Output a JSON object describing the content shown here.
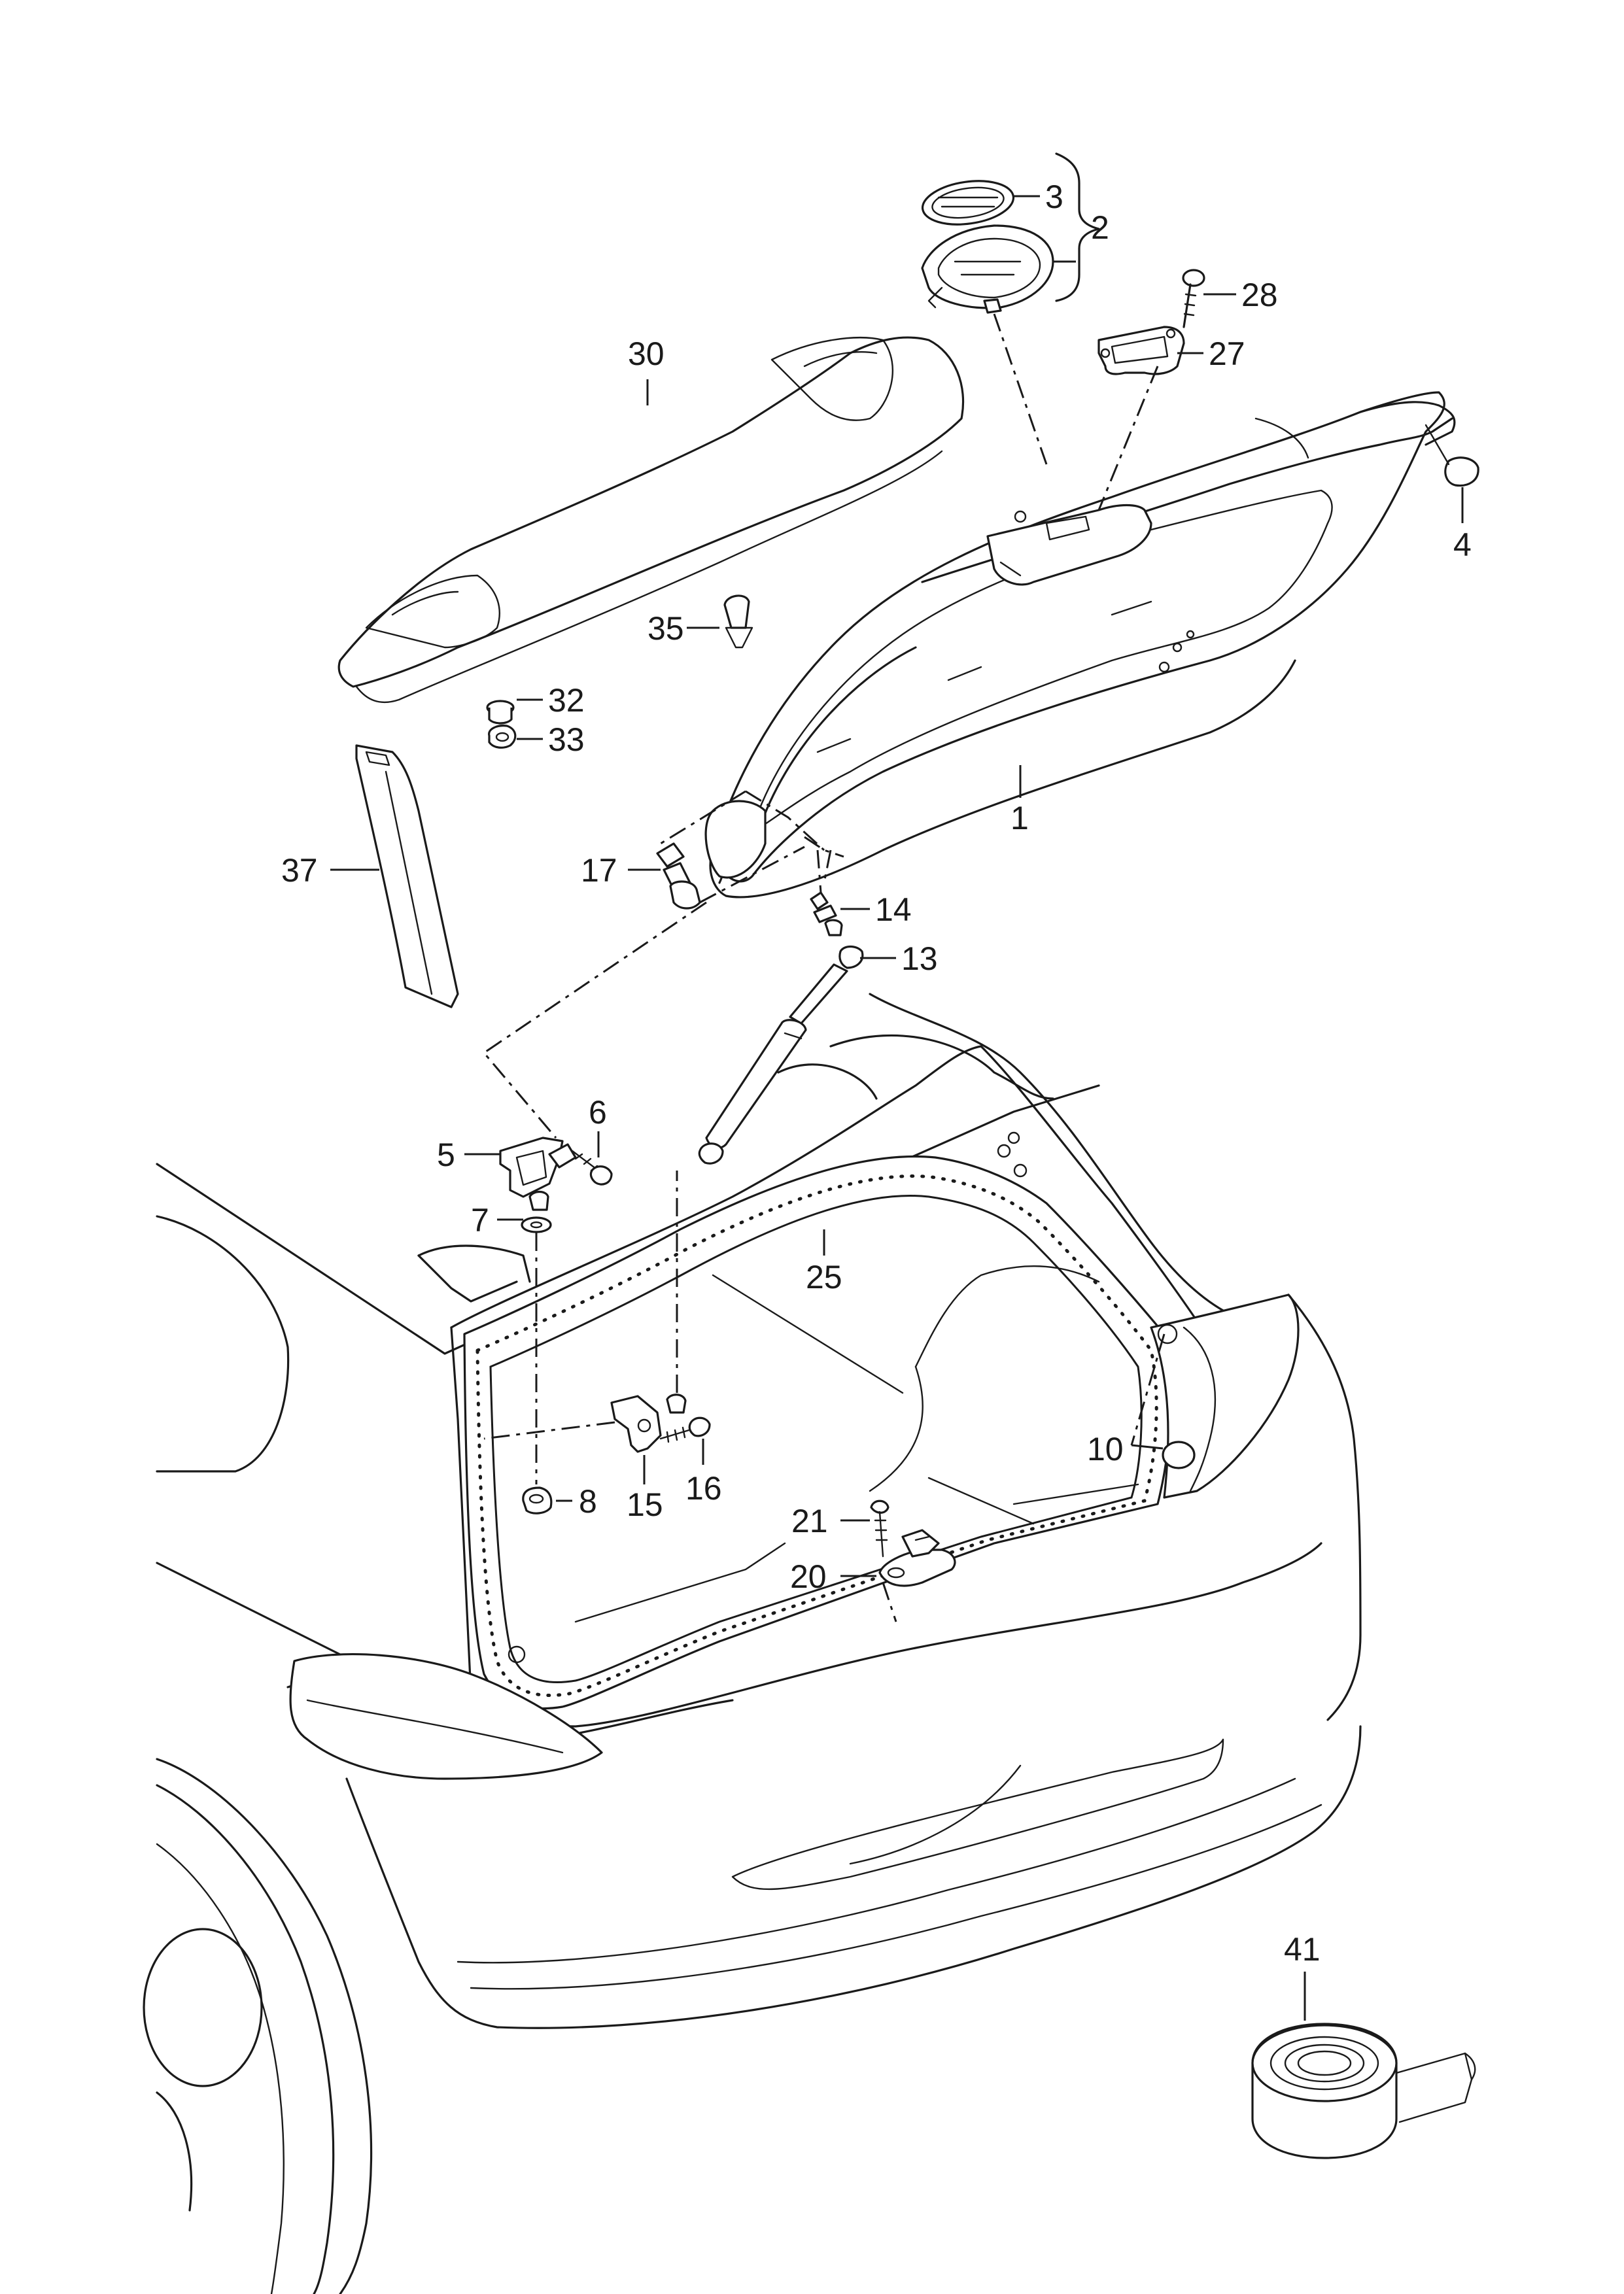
{
  "callouts": [
    {
      "id": "c1",
      "label": "1"
    },
    {
      "id": "c2",
      "label": "2"
    },
    {
      "id": "c3",
      "label": "3"
    },
    {
      "id": "c4",
      "label": "4"
    },
    {
      "id": "c5",
      "label": "5"
    },
    {
      "id": "c6",
      "label": "6"
    },
    {
      "id": "c7",
      "label": "7"
    },
    {
      "id": "c8",
      "label": "8"
    },
    {
      "id": "c10",
      "label": "10"
    },
    {
      "id": "c13",
      "label": "13"
    },
    {
      "id": "c14",
      "label": "14"
    },
    {
      "id": "c15",
      "label": "15"
    },
    {
      "id": "c16",
      "label": "16"
    },
    {
      "id": "c17",
      "label": "17"
    },
    {
      "id": "c20",
      "label": "20"
    },
    {
      "id": "c21",
      "label": "21"
    },
    {
      "id": "c25",
      "label": "25"
    },
    {
      "id": "c27",
      "label": "27"
    },
    {
      "id": "c28",
      "label": "28"
    },
    {
      "id": "c30",
      "label": "30"
    },
    {
      "id": "c32",
      "label": "32"
    },
    {
      "id": "c33",
      "label": "33"
    },
    {
      "id": "c35",
      "label": "35"
    },
    {
      "id": "c37",
      "label": "37"
    },
    {
      "id": "c41",
      "label": "41"
    }
  ]
}
